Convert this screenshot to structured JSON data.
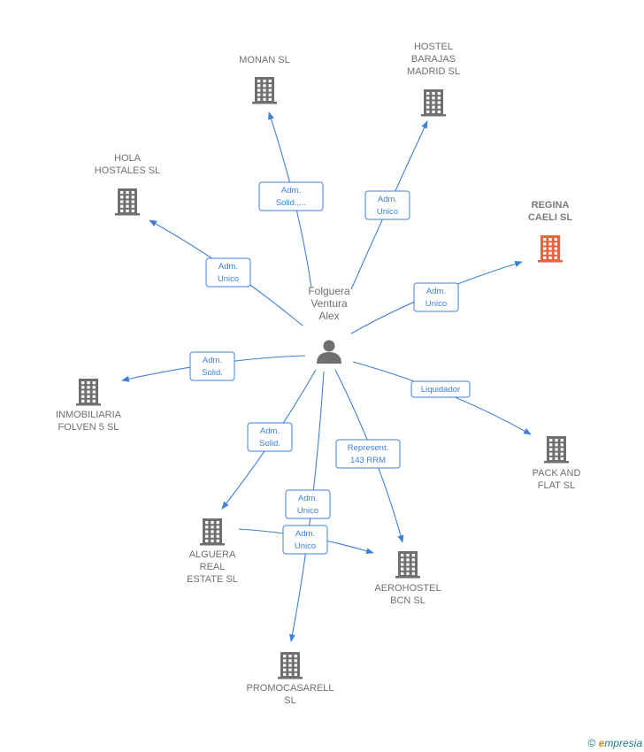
{
  "center": {
    "id": "person",
    "name_lines": [
      "Folguera",
      "Ventura",
      "Alex"
    ],
    "icon": "person-icon"
  },
  "colors": {
    "edge": "#3f7fd9",
    "company": "#6f6f6f",
    "highlight": "#f0603a"
  },
  "companies": [
    {
      "id": "monan",
      "name_lines": [
        "MONAN SL"
      ],
      "icon": "building-icon"
    },
    {
      "id": "hostel-barajas",
      "name_lines": [
        "HOSTEL",
        "BARAJAS",
        "MADRID  SL"
      ],
      "icon": "building-icon"
    },
    {
      "id": "hola-hostales",
      "name_lines": [
        "HOLA",
        "HOSTALES SL"
      ],
      "icon": "building-icon"
    },
    {
      "id": "regina-caeli",
      "name_lines": [
        "REGINA",
        "CAELI  SL"
      ],
      "icon": "building-icon",
      "highlight": true
    },
    {
      "id": "inmobiliaria-folven",
      "name_lines": [
        "INMOBILIARIA",
        "FOLVEN 5  SL"
      ],
      "icon": "building-icon"
    },
    {
      "id": "pack-and-flat",
      "name_lines": [
        "PACK AND",
        "FLAT SL"
      ],
      "icon": "building-icon"
    },
    {
      "id": "alguera",
      "name_lines": [
        "ALGUERA",
        "REAL",
        "ESTATE SL"
      ],
      "icon": "building-icon"
    },
    {
      "id": "aerohostel",
      "name_lines": [
        "AEROHOSTEL",
        "BCN  SL"
      ],
      "icon": "building-icon"
    },
    {
      "id": "promocasarell",
      "name_lines": [
        "PROMOCASARELL",
        "SL"
      ],
      "icon": "building-icon"
    }
  ],
  "relations": [
    {
      "from": "person",
      "to": "monan",
      "label_lines": [
        "Adm.",
        "Solid.,..."
      ]
    },
    {
      "from": "person",
      "to": "hostel-barajas",
      "label_lines": [
        "Adm.",
        "Unico"
      ]
    },
    {
      "from": "person",
      "to": "hola-hostales",
      "label_lines": [
        "Adm.",
        "Unico"
      ]
    },
    {
      "from": "person",
      "to": "regina-caeli",
      "label_lines": [
        "Adm.",
        "Unico"
      ]
    },
    {
      "from": "person",
      "to": "inmobiliaria-folven",
      "label_lines": [
        "Adm.",
        "Solid."
      ]
    },
    {
      "from": "person",
      "to": "pack-and-flat",
      "label_lines": [
        "Liquidador"
      ]
    },
    {
      "from": "person",
      "to": "alguera",
      "label_lines": [
        "Adm.",
        "Solid."
      ]
    },
    {
      "from": "person",
      "to": "aerohostel",
      "label_lines": [
        "Represent.",
        "143 RRM"
      ]
    },
    {
      "from": "person",
      "to": "promocasarell",
      "label_lines": [
        "Adm.",
        "Unico"
      ]
    },
    {
      "from": "alguera",
      "to": "aerohostel",
      "label_lines": [
        "Adm.",
        "Unico"
      ]
    }
  ],
  "brand": {
    "copyright": "©",
    "initial": "e",
    "rest": "mpresia"
  }
}
